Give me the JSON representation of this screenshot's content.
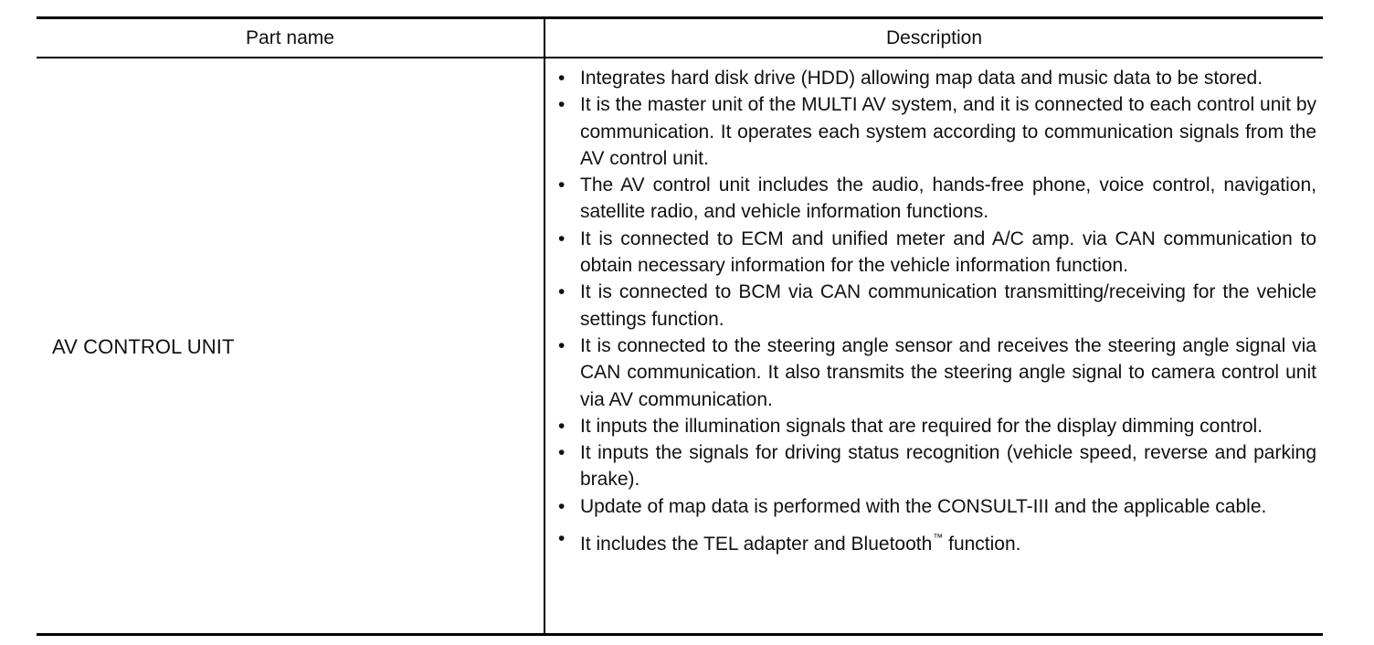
{
  "table": {
    "headers": {
      "part_name": "Part name",
      "description": "Description"
    },
    "rows": [
      {
        "part_name": "AV CONTROL UNIT",
        "description_items": [
          "Integrates hard disk drive (HDD) allowing map data and music data to be stored.",
          "It is the master unit of the MULTI AV system, and it is connected to each control unit by communication. It operates each system according to communication signals from the AV control unit.",
          "The AV control unit includes the audio, hands-free phone, voice control, navigation, satellite radio, and vehicle information functions.",
          "It is connected to ECM and unified meter and A/C amp. via CAN communication to obtain necessary information for the vehicle information function.",
          "It is connected to BCM via CAN communication transmitting/receiving for the vehicle settings function.",
          "It is connected to the steering angle sensor and receives the steering angle signal via CAN communication. It also transmits the steering angle signal to camera control unit via AV communication.",
          "It inputs the illumination signals that are required for the display dimming control.",
          "It inputs the signals for driving status recognition (vehicle speed, reverse and parking brake).",
          "Update of map data is performed with the CONSULT-III and the applicable cable."
        ],
        "last_item": {
          "before": "It includes the TEL adapter and Bluetooth",
          "superscript": "™",
          "after": " function."
        }
      }
    ]
  }
}
